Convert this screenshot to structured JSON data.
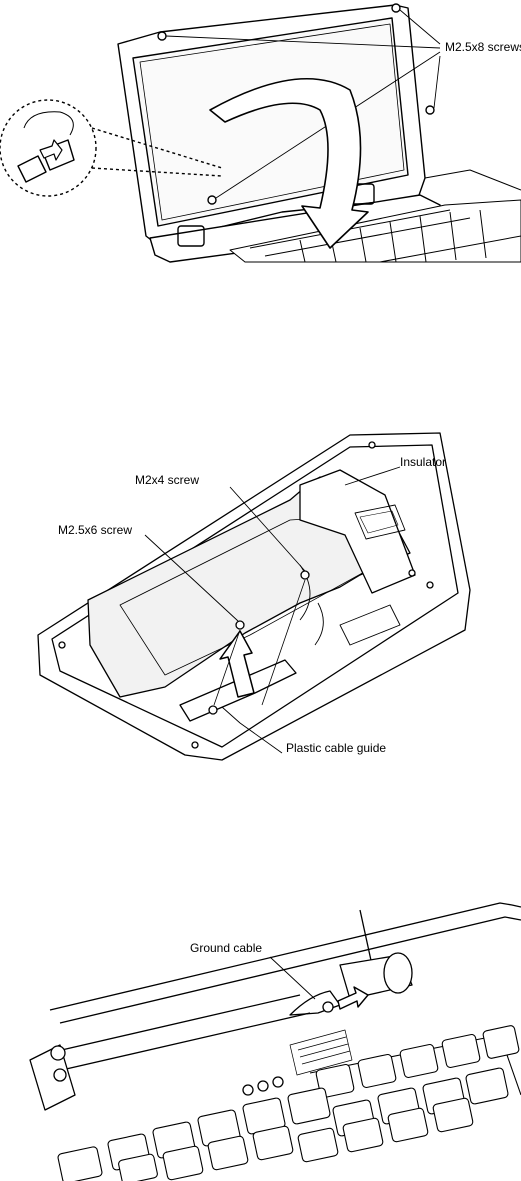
{
  "figures": [
    {
      "name": "display-mask-removal",
      "labels": {
        "screws": "M2.5x8 screws"
      }
    },
    {
      "name": "insulator-and-cable-guide",
      "labels": {
        "m2x4": "M2x4 screw",
        "m25x6": "M2.5x6 screw",
        "insulator": "Insulator",
        "cable_guide": "Plastic cable guide"
      }
    },
    {
      "name": "ground-cable-removal",
      "labels": {
        "ground_cable": "Ground cable"
      }
    }
  ],
  "colors": {
    "line": "#000000",
    "fill": "#ffffff",
    "panel": "#f2f2f2"
  }
}
